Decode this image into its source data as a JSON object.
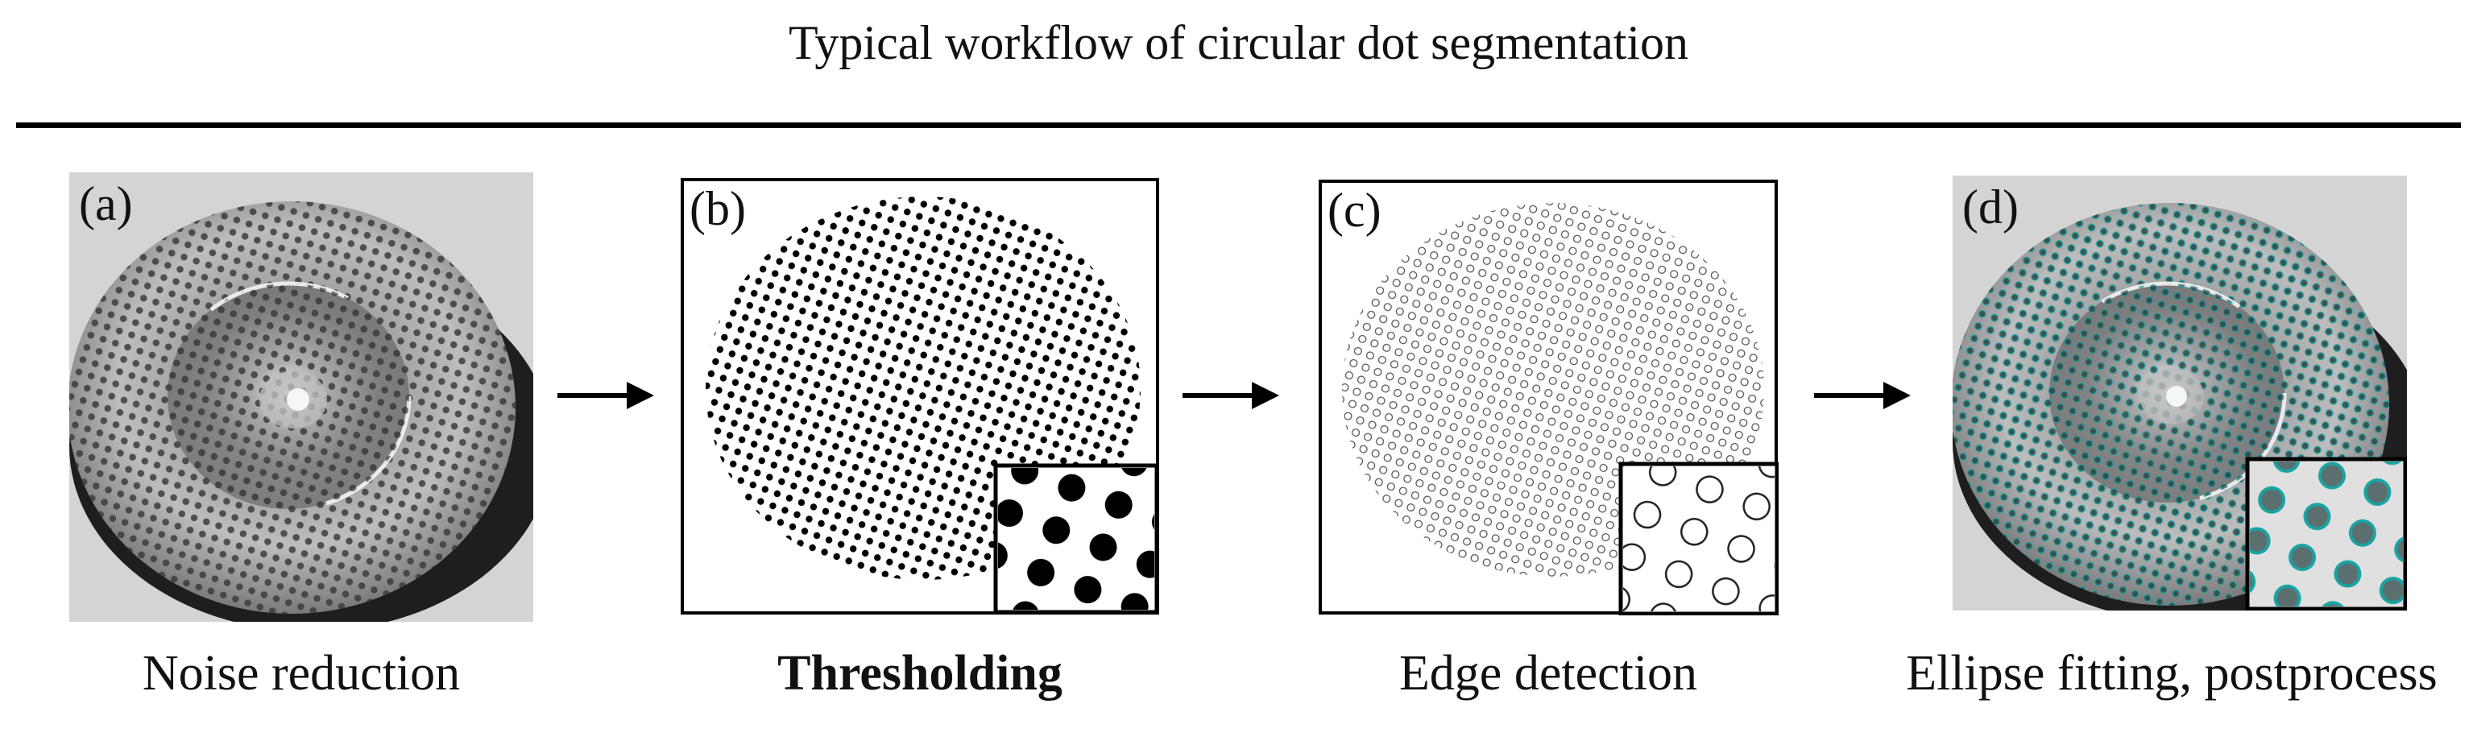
{
  "title": "Typical workflow of circular dot segmentation",
  "panels": [
    {
      "label": "(a)",
      "caption": "Noise reduction",
      "caption_bold": false
    },
    {
      "label": "(b)",
      "caption": "Thresholding",
      "caption_bold": true
    },
    {
      "label": "(c)",
      "caption": "Edge detection",
      "caption_bold": false
    },
    {
      "label": "(d)",
      "caption": "Ellipse fitting, postprocess",
      "caption_bold": false
    }
  ],
  "colors": {
    "line": "#000000",
    "dot_gray": "#3c3c3c",
    "ellipse_fit": "#1aa3a3",
    "photo_bg": "#d4d4d4"
  }
}
